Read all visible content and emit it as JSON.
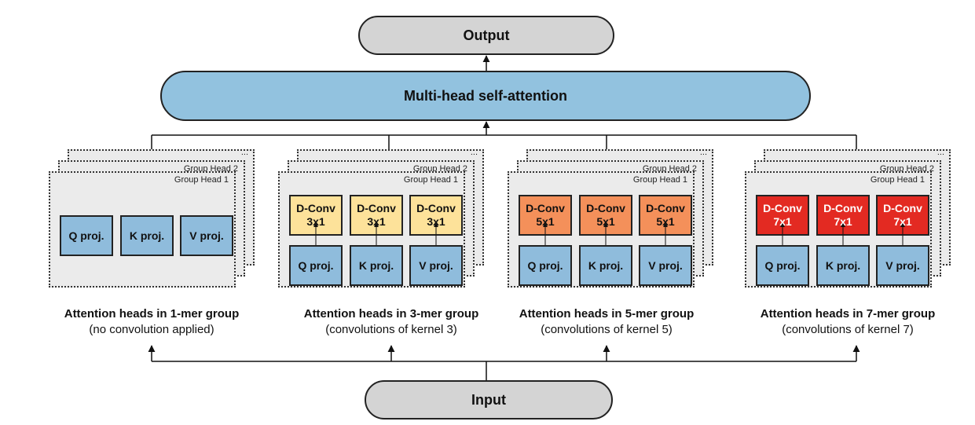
{
  "output": "Output",
  "mhsa": "Multi-head self-attention",
  "input": "Input",
  "ellipsis": "...",
  "group_head_1": "Group Head 1",
  "group_head_2": "Group Head 2",
  "groups": [
    {
      "conv": null,
      "projs": [
        "Q proj.",
        "K proj.",
        "V proj."
      ],
      "title": "Attention heads in 1-mer group",
      "subtitle": "(no convolution applied)"
    },
    {
      "conv": {
        "label": "D-Conv",
        "kernel": "3x1",
        "color": "#fde29a"
      },
      "projs": [
        "Q proj.",
        "K proj.",
        "V proj."
      ],
      "title": "Attention heads in 3-mer group",
      "subtitle": "(convolutions of kernel 3)"
    },
    {
      "conv": {
        "label": "D-Conv",
        "kernel": "5x1",
        "color": "#f4905a"
      },
      "projs": [
        "Q proj.",
        "K proj.",
        "V proj."
      ],
      "title": "Attention heads in 5-mer group",
      "subtitle": "(convolutions of kernel 5)"
    },
    {
      "conv": {
        "label": "D-Conv",
        "kernel": "7x1",
        "color": "#e32a22"
      },
      "projs": [
        "Q proj.",
        "K proj.",
        "V proj."
      ],
      "title": "Attention heads in 7-mer group",
      "subtitle": "(convolutions of kernel 7)"
    }
  ]
}
